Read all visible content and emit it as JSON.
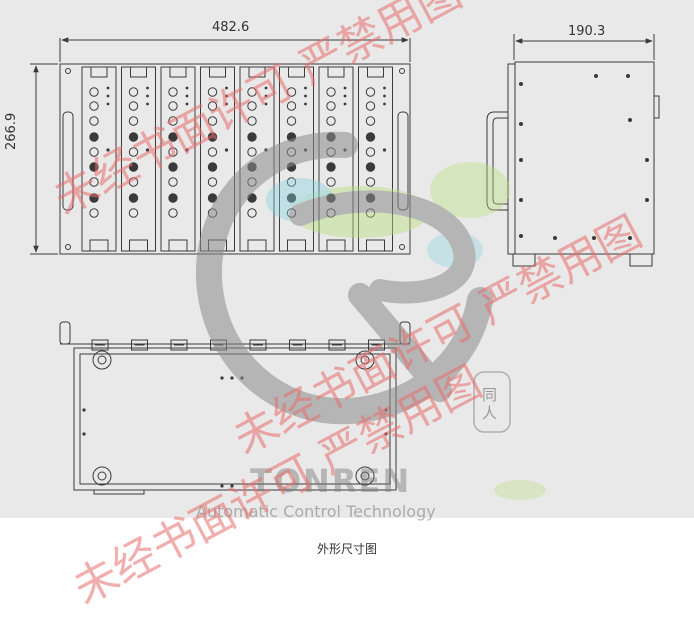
{
  "dimensions": {
    "front_width": "482.6",
    "front_height": "266.9",
    "side_depth": "190.3"
  },
  "front_view": {
    "slot_count": 8
  },
  "watermarks": {
    "diagonal_text": "未经书面许可 严禁用图",
    "diagonal_text_2": "未经书面许可 严禁用图",
    "diagonal_text_3": "未经书面许可 严禁用图",
    "brand_name": "TONREN",
    "brand_tagline": "Automatic Control Technology",
    "seal_text": "同人"
  },
  "colors": {
    "drawing_line": "#3a3a3a",
    "watermark_red": "#e86a6a",
    "logo_grey": "#8a8a8a",
    "logo_green": "#b7e07a",
    "logo_cyan": "#7fd3e0"
  },
  "caption": "外形尺寸图"
}
